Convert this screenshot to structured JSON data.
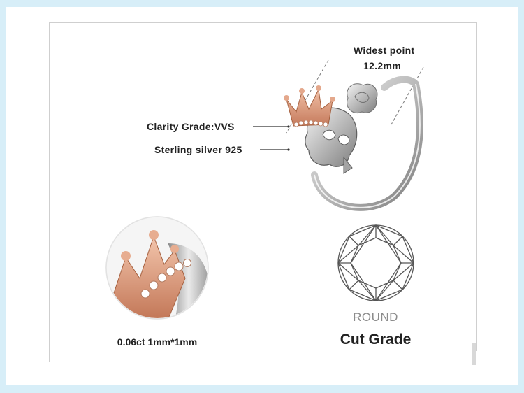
{
  "callouts": {
    "widest_title": "Widest point",
    "widest_value": "12.2mm",
    "clarity": "Clarity Grade:VVS",
    "material": "Sterling silver 925"
  },
  "stone": {
    "size_label": "0.06ct 1mm*1mm",
    "shape_label": "ROUND",
    "grade_label": "Cut Grade"
  },
  "colors": {
    "background": "#d7eef8",
    "rose_gold": "#d9967a",
    "silver": "#c8c8c8",
    "text": "#222222",
    "muted": "#8c8c8c"
  }
}
